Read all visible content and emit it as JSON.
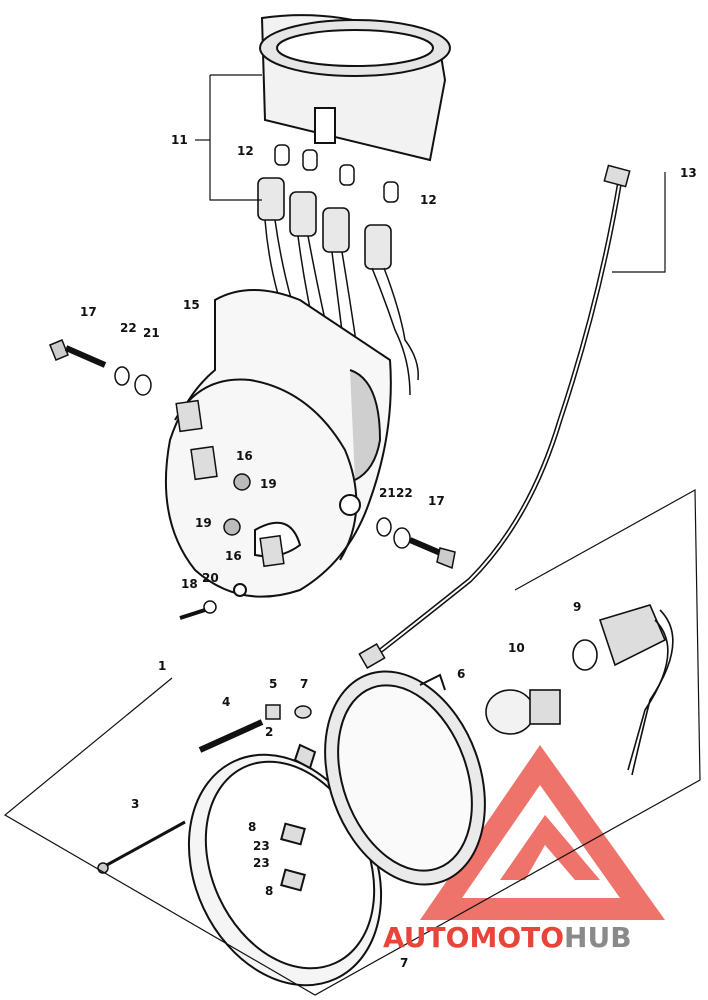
{
  "labels": {
    "p1": "1",
    "p2": "2",
    "p3": "3",
    "p4": "4",
    "p5": "5",
    "p6": "6",
    "p7a": "7",
    "p7b": "7",
    "p8a": "8",
    "p8b": "8",
    "p9": "9",
    "p10": "10",
    "p11": "11",
    "p12a": "12",
    "p12b": "12",
    "p13": "13",
    "p15": "15",
    "p16a": "16",
    "p16b": "16",
    "p17a": "17",
    "p17b": "17",
    "p18": "18",
    "p19a": "19",
    "p19b": "19",
    "p20": "20",
    "p21a": "21",
    "p21b": "21",
    "p22a": "22",
    "p22b": "22",
    "p23a": "23",
    "p23b": "23"
  },
  "watermark": {
    "word1": "AUTO",
    "word2": "MOTO",
    "word3": "HUB",
    "color_red": "#e8443a",
    "color_gray": "#8a8a8a"
  }
}
